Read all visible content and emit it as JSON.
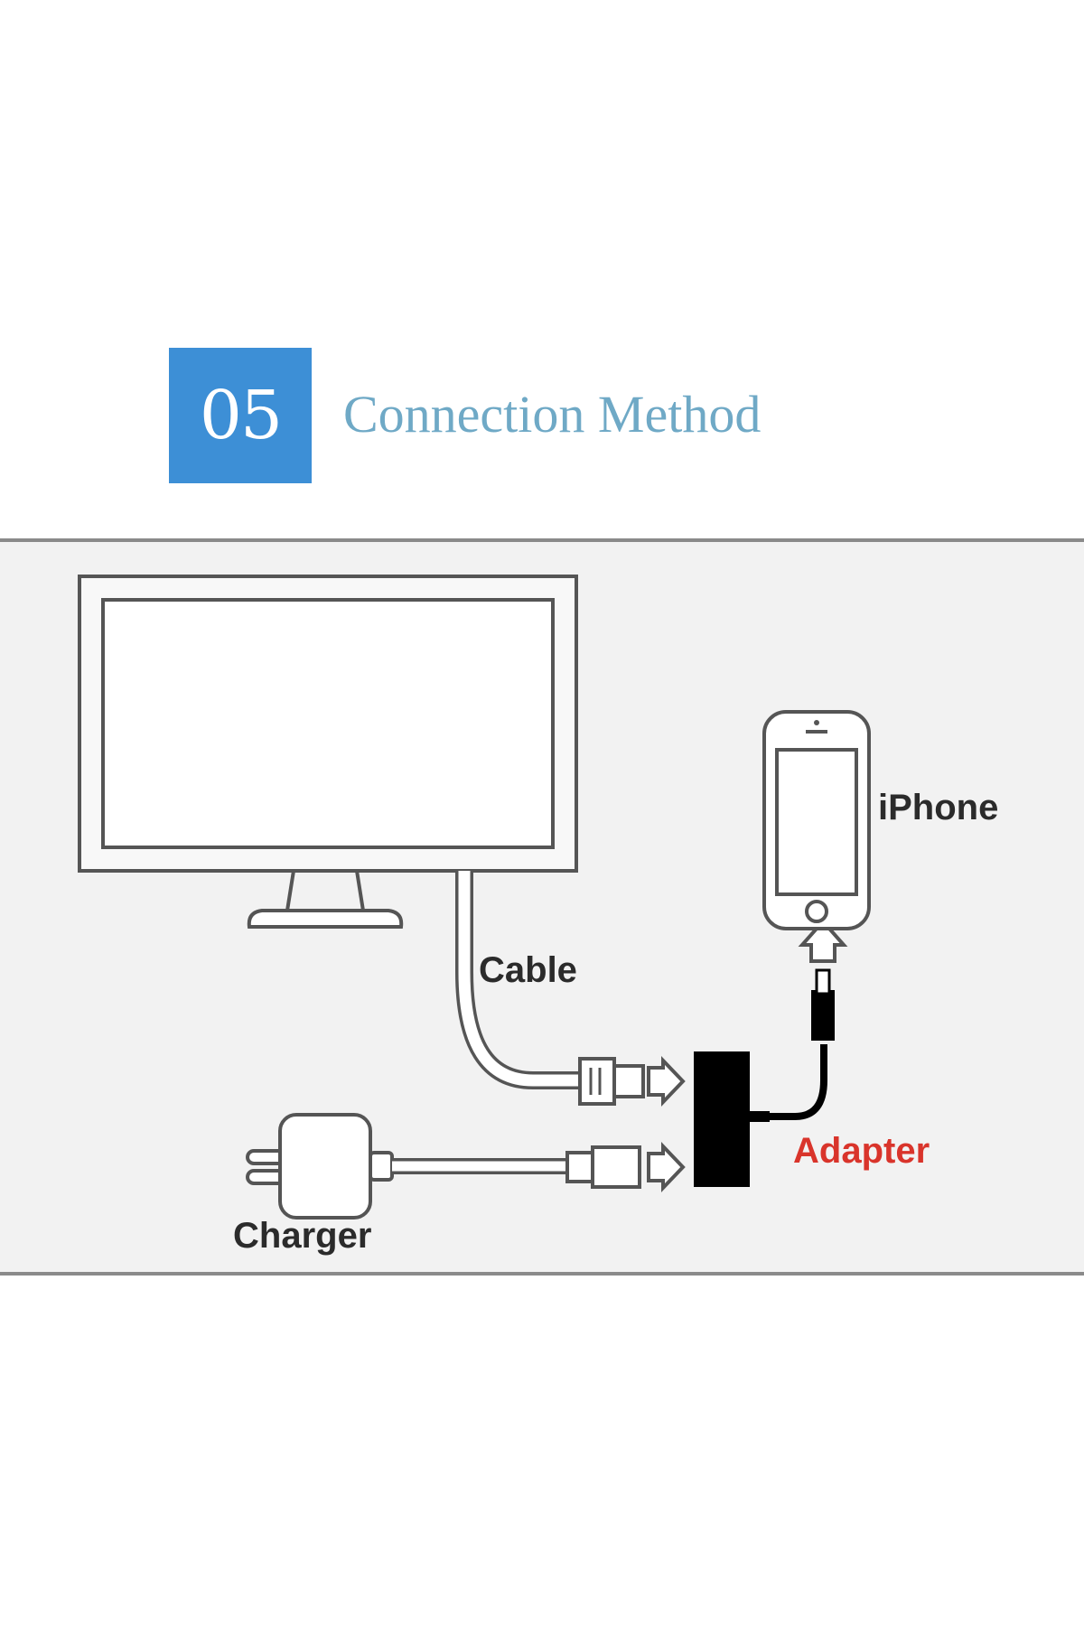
{
  "header": {
    "number": "05",
    "title": "Connection Method"
  },
  "labels": {
    "iphone": "iPhone",
    "cable": "Cable",
    "adapter": "Adapter",
    "charger": "Charger"
  },
  "colors": {
    "badge": "#3d8fd6",
    "title": "#6fa9c6",
    "adapter_label": "#d9342b",
    "panel_bg": "#f2f2f2",
    "panel_border": "#8a8a8a",
    "line": "#555555",
    "adapter_box": "#000000"
  }
}
